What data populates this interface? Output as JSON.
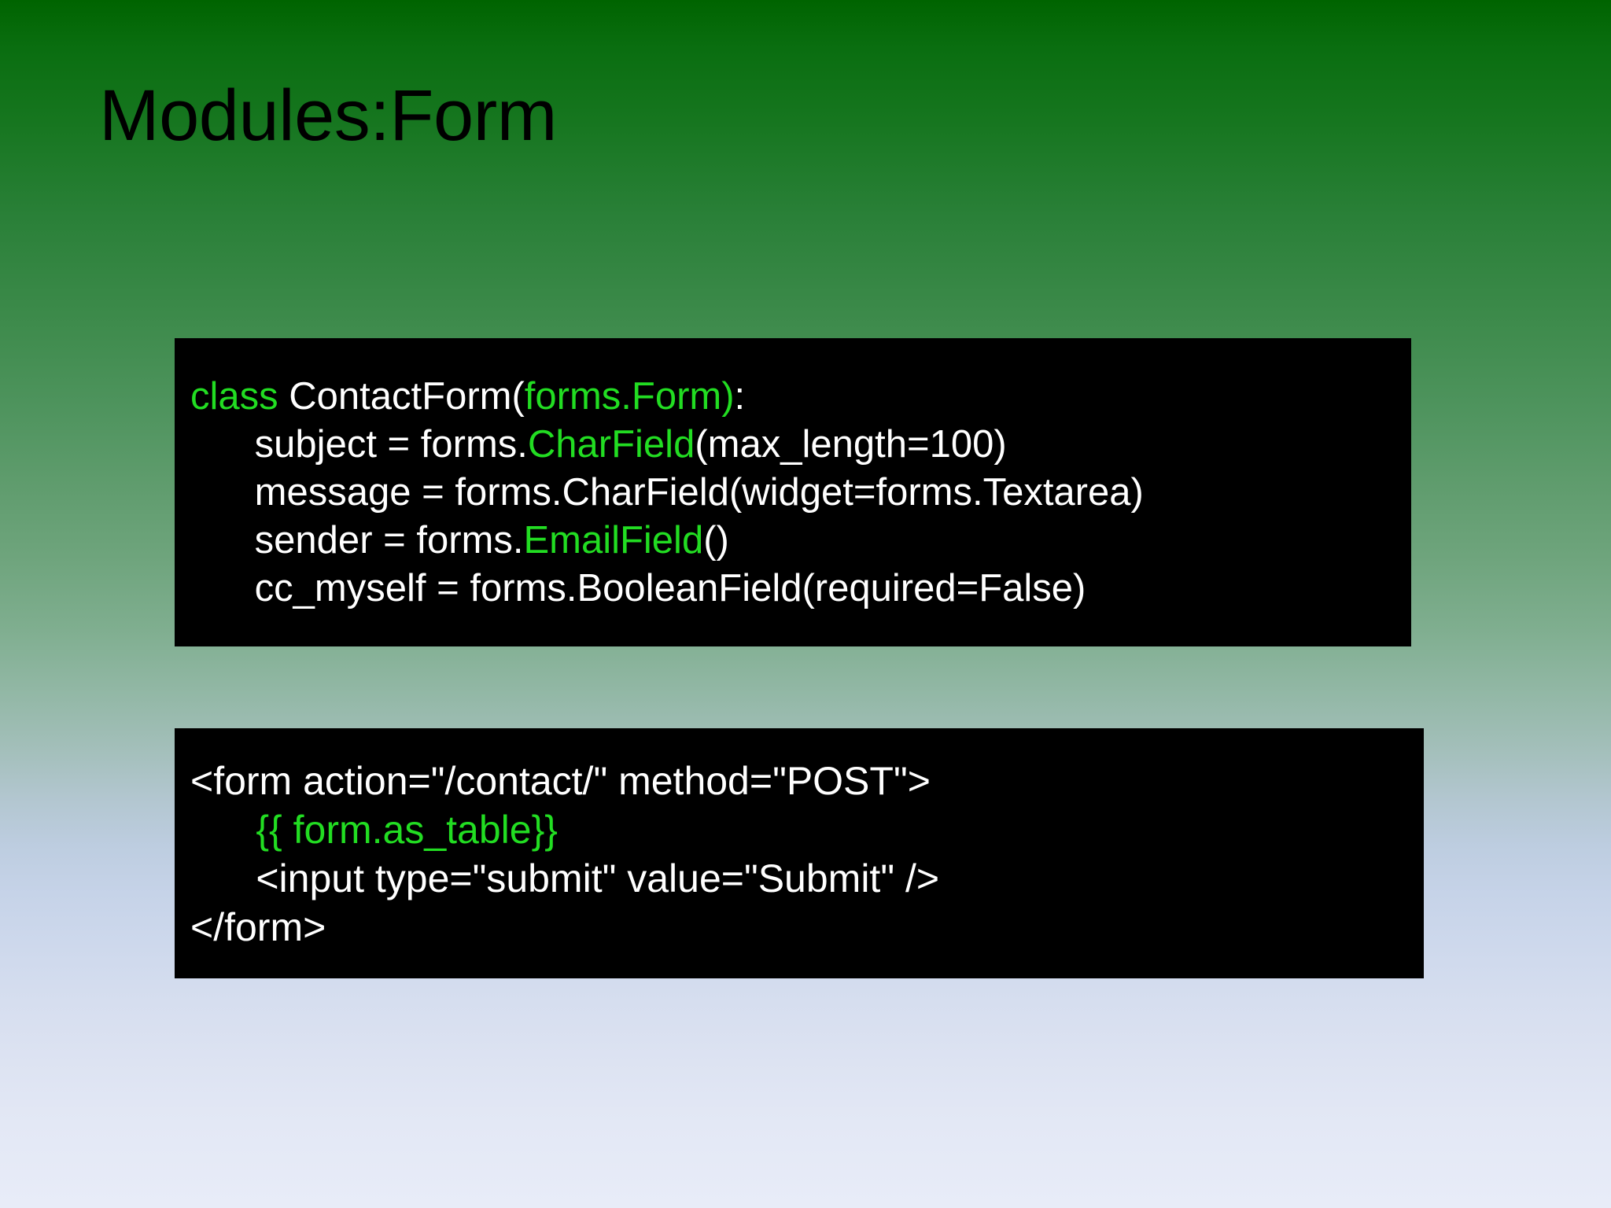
{
  "slide": {
    "title": "Modules:Form",
    "accent_green": "#22dd22",
    "code_bg": "#000000",
    "code_fg": "#ffffff",
    "bg_top": "#006400",
    "bg_bottom": "#e8ecf8"
  },
  "code_block_1": {
    "language": "python",
    "lines": [
      {
        "segments": [
          {
            "text": "class ",
            "color": "green"
          },
          {
            "text": "ContactForm(",
            "color": "white"
          },
          {
            "text": "forms.Form)",
            "color": "green"
          },
          {
            "text": ":",
            "color": "white"
          }
        ]
      },
      {
        "segments": [
          {
            "text": "      subject = forms.",
            "color": "white"
          },
          {
            "text": "CharField",
            "color": "green"
          },
          {
            "text": "(max_length=100)",
            "color": "white"
          }
        ]
      },
      {
        "segments": [
          {
            "text": "      message = forms.CharField(widget=forms.Textarea)",
            "color": "white"
          }
        ]
      },
      {
        "segments": [
          {
            "text": "      sender = forms.",
            "color": "white"
          },
          {
            "text": "EmailField",
            "color": "green"
          },
          {
            "text": "()",
            "color": "white"
          }
        ]
      },
      {
        "segments": [
          {
            "text": "      cc_myself = forms.BooleanField(required=False)",
            "color": "white"
          }
        ]
      }
    ]
  },
  "code_block_2": {
    "language": "html",
    "lines": [
      {
        "segments": [
          {
            "text": "<form action=\"/contact/\" method=\"POST\">",
            "color": "white"
          }
        ]
      },
      {
        "segments": [
          {
            "text": "      {{ form.as_table}}",
            "color": "green"
          }
        ]
      },
      {
        "segments": [
          {
            "text": "      <input type=\"submit\" value=\"Submit\" />",
            "color": "white"
          }
        ]
      },
      {
        "segments": [
          {
            "text": "</form>",
            "color": "white"
          }
        ]
      }
    ]
  }
}
